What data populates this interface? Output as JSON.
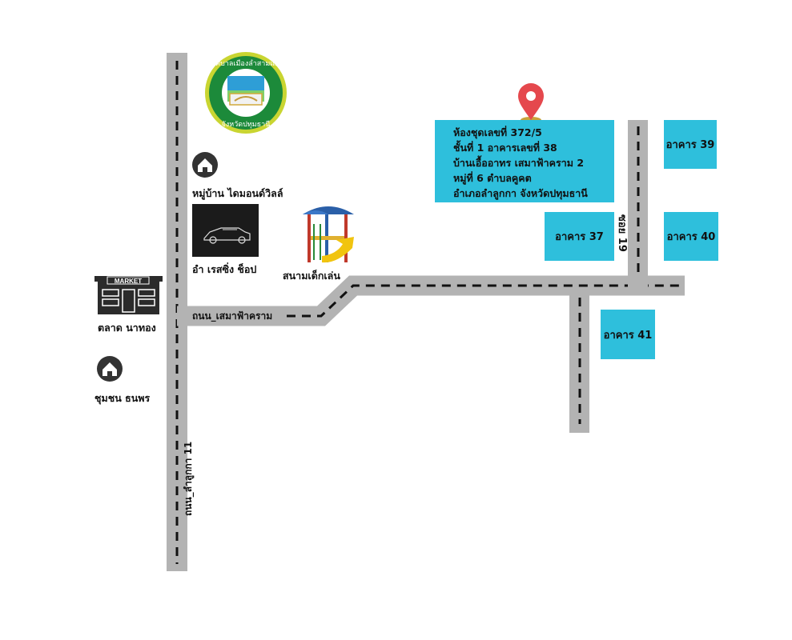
{
  "roads": {
    "main_vertical": "ถนน_ลำลูกกา 11",
    "horizontal": "ถนน_เสมาฟ้าคราม",
    "soi": "ซอย 19"
  },
  "address_lines": [
    "ห้องชุดเลขที่ 372/5",
    "ชั้นที่ 1 อาคารเลขที่ 38",
    "บ้านเอื้ออาทร เสมาฟ้าคราม 2",
    "หมู่ที่ 6 ตำบลคูคต",
    "อำเภอลำลูกกา จังหวัดปทุมธานี"
  ],
  "buildings": {
    "b37": "อาคาร 37",
    "b39": "อาคาร 39",
    "b40": "อาคาร 40",
    "b41": "อาคาร 41"
  },
  "landmarks": {
    "village": "หมู่บ้าน ไดมอนด์วิลล์",
    "shop": "อำ เรสซิ่ง ช็อป",
    "playground": "สนามเด็กเล่น",
    "market": "ตลาด นาทอง",
    "community": "ชุมชน ธนพร",
    "market_sign": "MARKET"
  },
  "seal": {
    "top_text": "เทศบาลเมืองลำสามแก้ว",
    "bottom_text": "จังหวัดปทุมธานี"
  },
  "colors": {
    "road": "#b3b3b3",
    "building": "#2ebfdc",
    "pin": "#e5484d"
  },
  "icons": [
    "home-icon",
    "location-pin-icon",
    "market-icon",
    "car-icon",
    "playground-icon",
    "municipal-seal"
  ]
}
